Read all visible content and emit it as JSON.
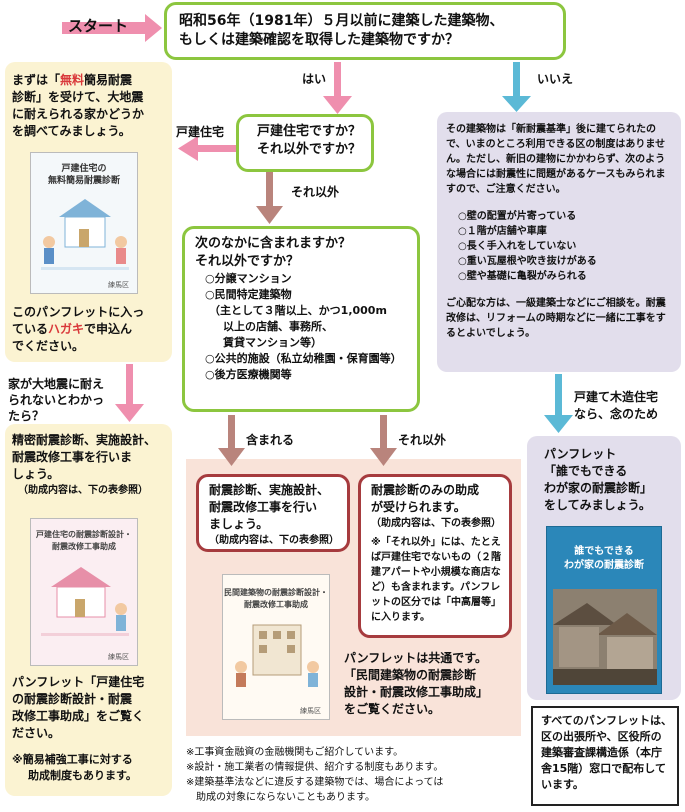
{
  "start": {
    "label": "スタート"
  },
  "question1": {
    "line1": "昭和56年（1981年）５月以前に建築した建築物、",
    "line2": "もしくは建築確認を取得した建築物ですか？"
  },
  "labels": {
    "yes": "はい",
    "no": "いいえ",
    "detached": "戸建住宅",
    "other1": "それ以外",
    "included": "含まれる",
    "other2": "それ以外",
    "detached_wood_1": "戸建て木造住宅",
    "detached_wood_2": "なら、念のため",
    "earthquake_q_1": "家が大地震に耐え",
    "earthquake_q_2": "られないとわかっ",
    "earthquake_q_3": "たら？"
  },
  "question2": {
    "line1": "戸建住宅ですか？",
    "line2": "それ以外ですか？"
  },
  "question3": {
    "line1": "次のなかに含まれますか？",
    "line2": "それ以外ですか？",
    "items": [
      "○分譲マンション",
      "○民間特定建築物",
      "（主として３階以上、かつ1,000m",
      "以上の店舗、事務所、",
      "賃貸マンション等）",
      "○公共的施設（私立幼稚園・保育園等）",
      "○後方医療機関等"
    ]
  },
  "left_panel": {
    "intro_1": "まずは「",
    "intro_free": "無料",
    "intro_2": "簡易耐震",
    "intro_3": "診断」を受けて、大地震",
    "intro_4": "に耐えられる家かどうか",
    "intro_5": "を調べてみましょう。",
    "booklet1_title_1": "戸建住宅の",
    "booklet1_title_2": "無料簡易耐震診断",
    "booklet_publisher": "練馬区",
    "pamphlet_1": "このパンフレットに入っ",
    "pamphlet_2a": "ている",
    "pamphlet_2b": "ハガキ",
    "pamphlet_2c": "で申込ん",
    "pamphlet_3": "でください。"
  },
  "left_panel2": {
    "line1": "精密耐震診断、実施設計、",
    "line2": "耐震改修工事を行いま",
    "line3": "しょう。",
    "note": "（助成内容は、下の表参照）",
    "booklet_title_1": "戸建住宅の耐震診断設計・",
    "booklet_title_2": "耐震改修工事助成",
    "booklet_publisher": "練馬区",
    "pamphlet_1": "パンフレット「戸建住宅",
    "pamphlet_2": "の耐震診断設計・耐震",
    "pamphlet_3": "改修工事助成」をご覧く",
    "pamphlet_4": "ださい。",
    "simple_1": "※簡易補強工事に対する",
    "simple_2": "助成制度もあります。"
  },
  "right_panel": {
    "p1": "その建築物は「新耐震基準」後に建てられたので、いまのところ利用できる区の制度はありません。ただし、新旧の建物にかかわらず、次のような場合には耐震性に問題があるケースもみられますので、ご注意ください。",
    "items": [
      "○壁の配置が片寄っている",
      "○１階が店舗や車庫",
      "○長く手入れをしていない",
      "○重い瓦屋根や吹き抜けがある",
      "○壁や基礎に亀裂がみられる"
    ],
    "p2": "ご心配な方は、一級建築士などにご相談を。耐震改修は、リフォームの時期などに一緒に工事をするとよいでしょう。"
  },
  "right_panel2": {
    "line1": "パンフレット",
    "line2": "「誰でもできる",
    "line3": "わが家の耐震診断」",
    "line4": "をしてみましょう。",
    "booklet_title_1": "誰でもできる",
    "booklet_title_2": "わが家の耐震診断"
  },
  "box_included": {
    "line1": "耐震診断、実施設計、",
    "line2": "耐震改修工事を行い",
    "line3": "ましょう。",
    "note": "（助成内容は、下の表参照）"
  },
  "box_other": {
    "line1": "耐震診断のみの助成",
    "line2": "が受けられます。",
    "note": "（助成内容は、下の表参照）",
    "remark": "※「それ以外」には、たとえば戸建住宅でないもの（２階建アパートや小規模な商店など）も含まれます。パンフレットの区分では「中高層等」に入ります。"
  },
  "center_pamphlet": {
    "booklet_title_1": "民間建築物の耐震診断設計・",
    "booklet_title_2": "耐震改修工事助成",
    "booklet_publisher": "練馬区",
    "line1": "パンフレットは共通です。",
    "line2": "「民間建築物の耐震診断",
    "line3": "設計・耐震改修工事助成」",
    "line4": "をご覧ください。"
  },
  "footnotes": [
    "※工事資金融資の金融機関もご紹介しています。",
    "※設計・施工業者の情報提供、紹介する制度もあります。",
    "※建築基準法などに違反する建築物では、場合によっては",
    "　助成の対象にならないこともあります。"
  ],
  "distribution": {
    "line1": "すべてのパンフレットは、",
    "line2": "区の出張所や、区役所の",
    "line3": "建築審査課構造係（本庁",
    "line4": "舎15階）窓口で配布して",
    "line5": "います。"
  },
  "colors": {
    "green": "#8cc63f",
    "pink_arrow": "#ef8fae",
    "blue_arrow": "#5bb9d6",
    "brown_arrow": "#b9847c",
    "red_box": "#a63b3e"
  }
}
